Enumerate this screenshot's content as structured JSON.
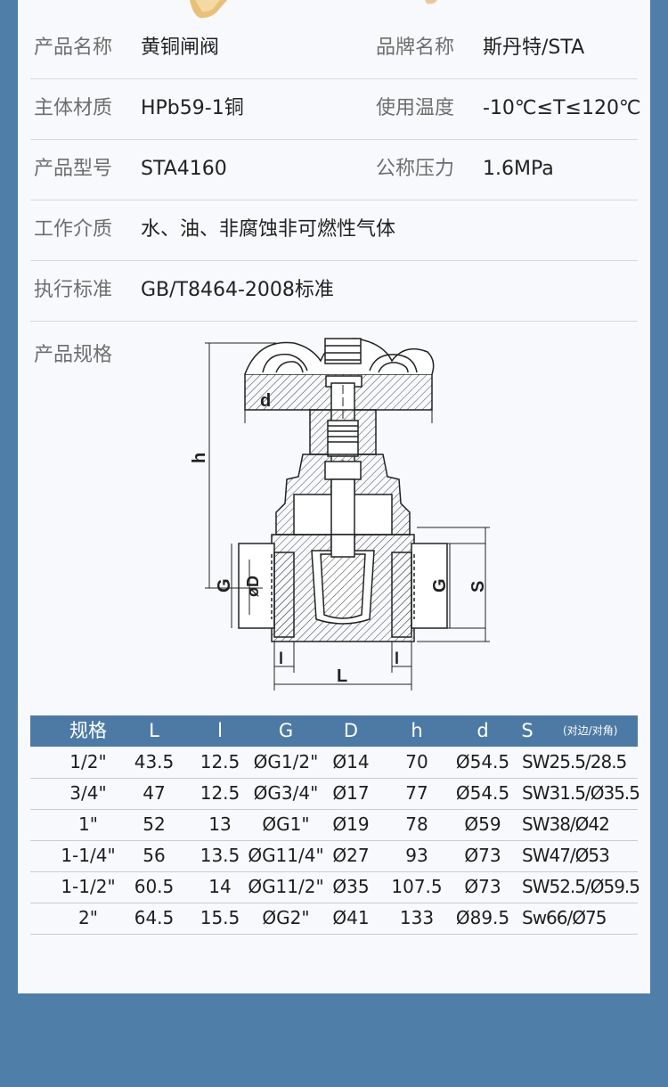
{
  "specs": [
    {
      "label1": "产品名称",
      "value1": "黄铜闸阀",
      "label2": "品牌名称",
      "value2": "斯丹特/STA"
    },
    {
      "label1": "主体材质",
      "value1": "HPb59-1铜",
      "label2": "使用温度",
      "value2": "-10℃≤T≤120℃"
    },
    {
      "label1": "产品型号",
      "value1": "STA4160",
      "label2": "公称压力",
      "value2": "1.6MPa"
    },
    {
      "label1": "工作介质",
      "value1": "水、油、非腐蚀非可燃性气体",
      "label2": "",
      "value2": ""
    },
    {
      "label1": "执行标准",
      "value1": "GB/T8464-2008标准",
      "label2": "",
      "value2": ""
    }
  ],
  "diagram": {
    "label": "产品规格",
    "dims": {
      "d": "d",
      "h": "h",
      "G_left": "G",
      "phiD": "øD",
      "G_right": "G",
      "S": "S",
      "l_left": "l",
      "l_right": "l",
      "L": "L"
    }
  },
  "table": {
    "headers": [
      "规格",
      "L",
      "l",
      "G",
      "D",
      "h",
      "d",
      "S"
    ],
    "s_note": "(对边/对角)",
    "rows": [
      [
        "1/2\"",
        "43.5",
        "12.5",
        "ØG1/2\"",
        "Ø14",
        "70",
        "Ø54.5",
        "SW25.5/28.5"
      ],
      [
        "3/4\"",
        "47",
        "12.5",
        "ØG3/4\"",
        "Ø17",
        "77",
        "Ø54.5",
        "SW31.5/Ø35.5"
      ],
      [
        "1\"",
        "52",
        "13",
        "ØG1\"",
        "Ø19",
        "78",
        "Ø59",
        "SW38/Ø42"
      ],
      [
        "1-1/4\"",
        "56",
        "13.5",
        "ØG11/4\"",
        "Ø27",
        "93",
        "Ø73",
        "SW47/Ø53"
      ],
      [
        "1-1/2\"",
        "60.5",
        "14",
        "ØG11/2\"",
        "Ø35",
        "107.5",
        "Ø73",
        "SW52.5/Ø59.5"
      ],
      [
        "2\"",
        "64.5",
        "15.5",
        "ØG2\"",
        "Ø41",
        "133",
        "Ø89.5",
        "Sw66/Ø75"
      ]
    ]
  },
  "colors": {
    "background": "#4f7ea8",
    "card": "#f7f9fc",
    "table_header": "#4c7aa4",
    "product_brass": "#e9c47a"
  }
}
